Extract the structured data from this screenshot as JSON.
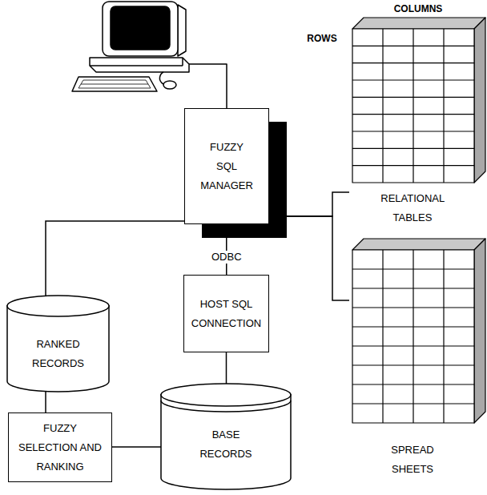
{
  "diagram": {
    "nodes": [
      {
        "text": [
          "FUZZY SQL MANAGER"
        ]
      },
      {
        "text": [
          "RELATIONAL TABLES"
        ]
      },
      {
        "text": [
          "SPREAD SHEETS"
        ]
      },
      {
        "text": [
          "RANKED RECORDS"
        ]
      },
      {
        "text": [
          "HOST SQL CONNECTION"
        ]
      },
      {
        "text": [
          "FUZZY SELECTION AND RANKING"
        ]
      },
      {
        "text": [
          "BASE RECORDS"
        ]
      }
    ],
    "edges": [
      {
        "from": 0,
        "to": 1,
        "arrow": "none"
      },
      {
        "from": 0,
        "to": 2,
        "arrow": "none"
      },
      {
        "from": 0,
        "to": 3,
        "arrow": "none"
      },
      {
        "from": 0,
        "to": 4,
        "label": "ODBC",
        "arrow": "none"
      },
      {
        "from": 4,
        "to": 6,
        "arrow": "none"
      },
      {
        "from": 5,
        "to": 6,
        "arrow": "none"
      },
      {
        "from": 3,
        "to": 5,
        "arrow": "none"
      }
    ],
    "labels": [
      "COLUMNS",
      "ROWS"
    ]
  }
}
